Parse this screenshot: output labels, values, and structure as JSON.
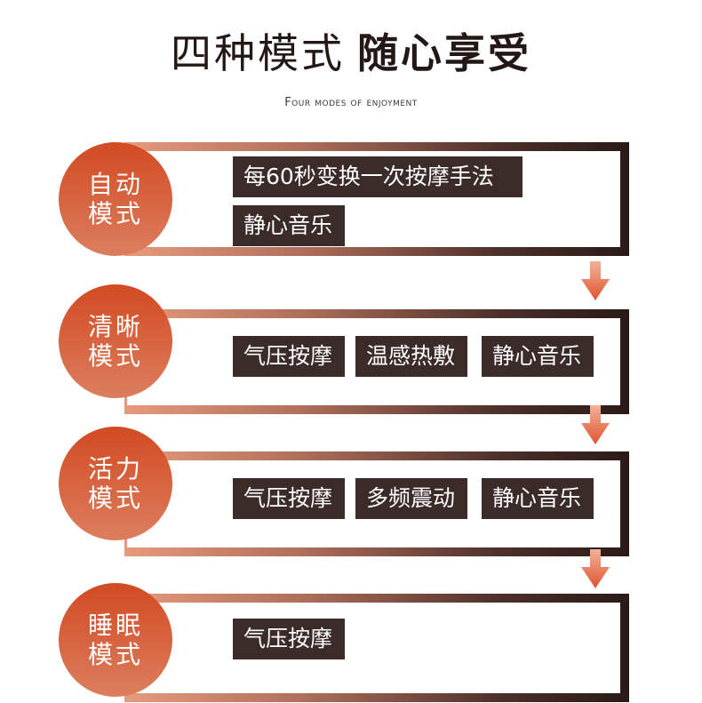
{
  "header": {
    "title_main": "四种模式",
    "title_bold": "随心享受",
    "subtitle": "Four modes of enjoyment"
  },
  "colors": {
    "circle_top": "#d24a22",
    "circle_bottom": "#dc7e5e",
    "tag_bg": "#3b2b29",
    "arrow": "#e56b47"
  },
  "modes": [
    {
      "line1": "自动",
      "line2": "模式",
      "tags": [
        "每60秒变换一次按摩手法",
        "静心音乐"
      ]
    },
    {
      "line1": "清晰",
      "line2": "模式",
      "tags": [
        "气压按摩",
        "温感热敷",
        "静心音乐"
      ]
    },
    {
      "line1": "活力",
      "line2": "模式",
      "tags": [
        "气压按摩",
        "多频震动",
        "静心音乐"
      ]
    },
    {
      "line1": "睡眠",
      "line2": "模式",
      "tags": [
        "气压按摩"
      ]
    }
  ],
  "arrow_icon": "down-arrow-icon"
}
